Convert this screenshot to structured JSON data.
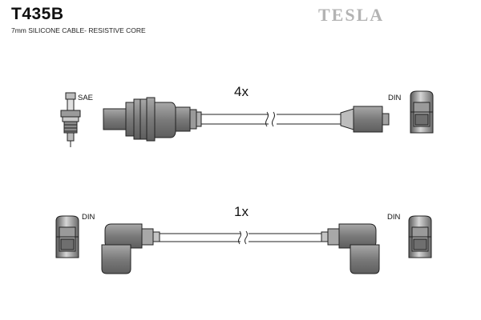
{
  "header": {
    "part_number": "T435B",
    "subtitle": "7mm SILICONE CABLE- RESISTIVE CORE",
    "brand": "TESLA"
  },
  "lead_top": {
    "quantity": "4x",
    "left_connector_label": "SAE",
    "right_connector_label": "DIN"
  },
  "lead_bottom": {
    "quantity": "1x",
    "left_connector_label": "DIN",
    "right_connector_label": "DIN"
  },
  "colors": {
    "rubber": "#8c8c8c",
    "rubber_light": "#c8c8c8",
    "outline": "#222222"
  }
}
